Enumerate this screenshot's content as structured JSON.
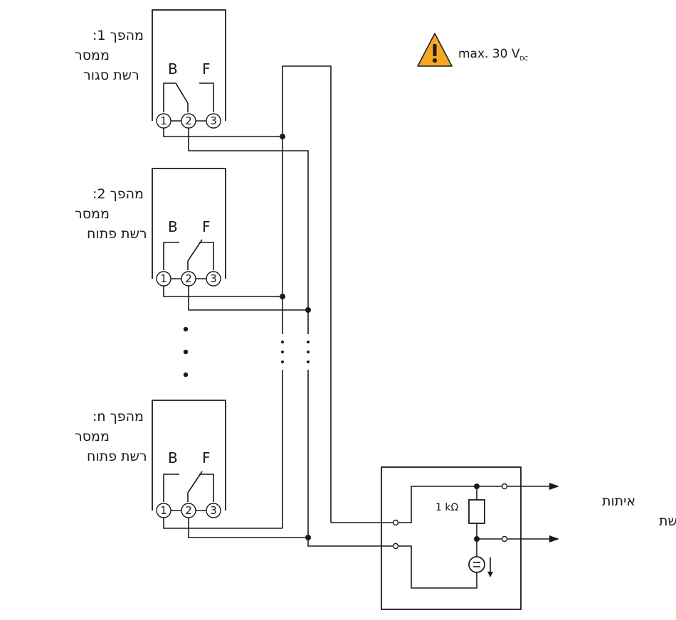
{
  "warning": {
    "icon": "warning-triangle-icon",
    "text": "max. 30 V",
    "subscript": "DC",
    "color_fill": "#f5a623",
    "color_mark": "#1a1a1a"
  },
  "relays": [
    {
      "line1": "מהפך 1:",
      "line2": "ממסר",
      "line3": "רשת סגור",
      "b": "B",
      "f": "F",
      "t1": "1",
      "t2": "2",
      "t3": "3"
    },
    {
      "line1": "מהפך 2:",
      "line2": "ממסר",
      "line3": "רשת פתוח",
      "b": "B",
      "f": "F",
      "t1": "1",
      "t2": "2",
      "t3": "3"
    },
    {
      "line1": "מהפך n:",
      "line2": "ממסר",
      "line3": "רשת פתוח",
      "b": "B",
      "f": "F",
      "t1": "1",
      "t2": "2",
      "t3": "3"
    }
  ],
  "resistor": {
    "label": "1 kΩ"
  },
  "output": {
    "line1": "איתות",
    "line2": "למפעיל רשת"
  }
}
